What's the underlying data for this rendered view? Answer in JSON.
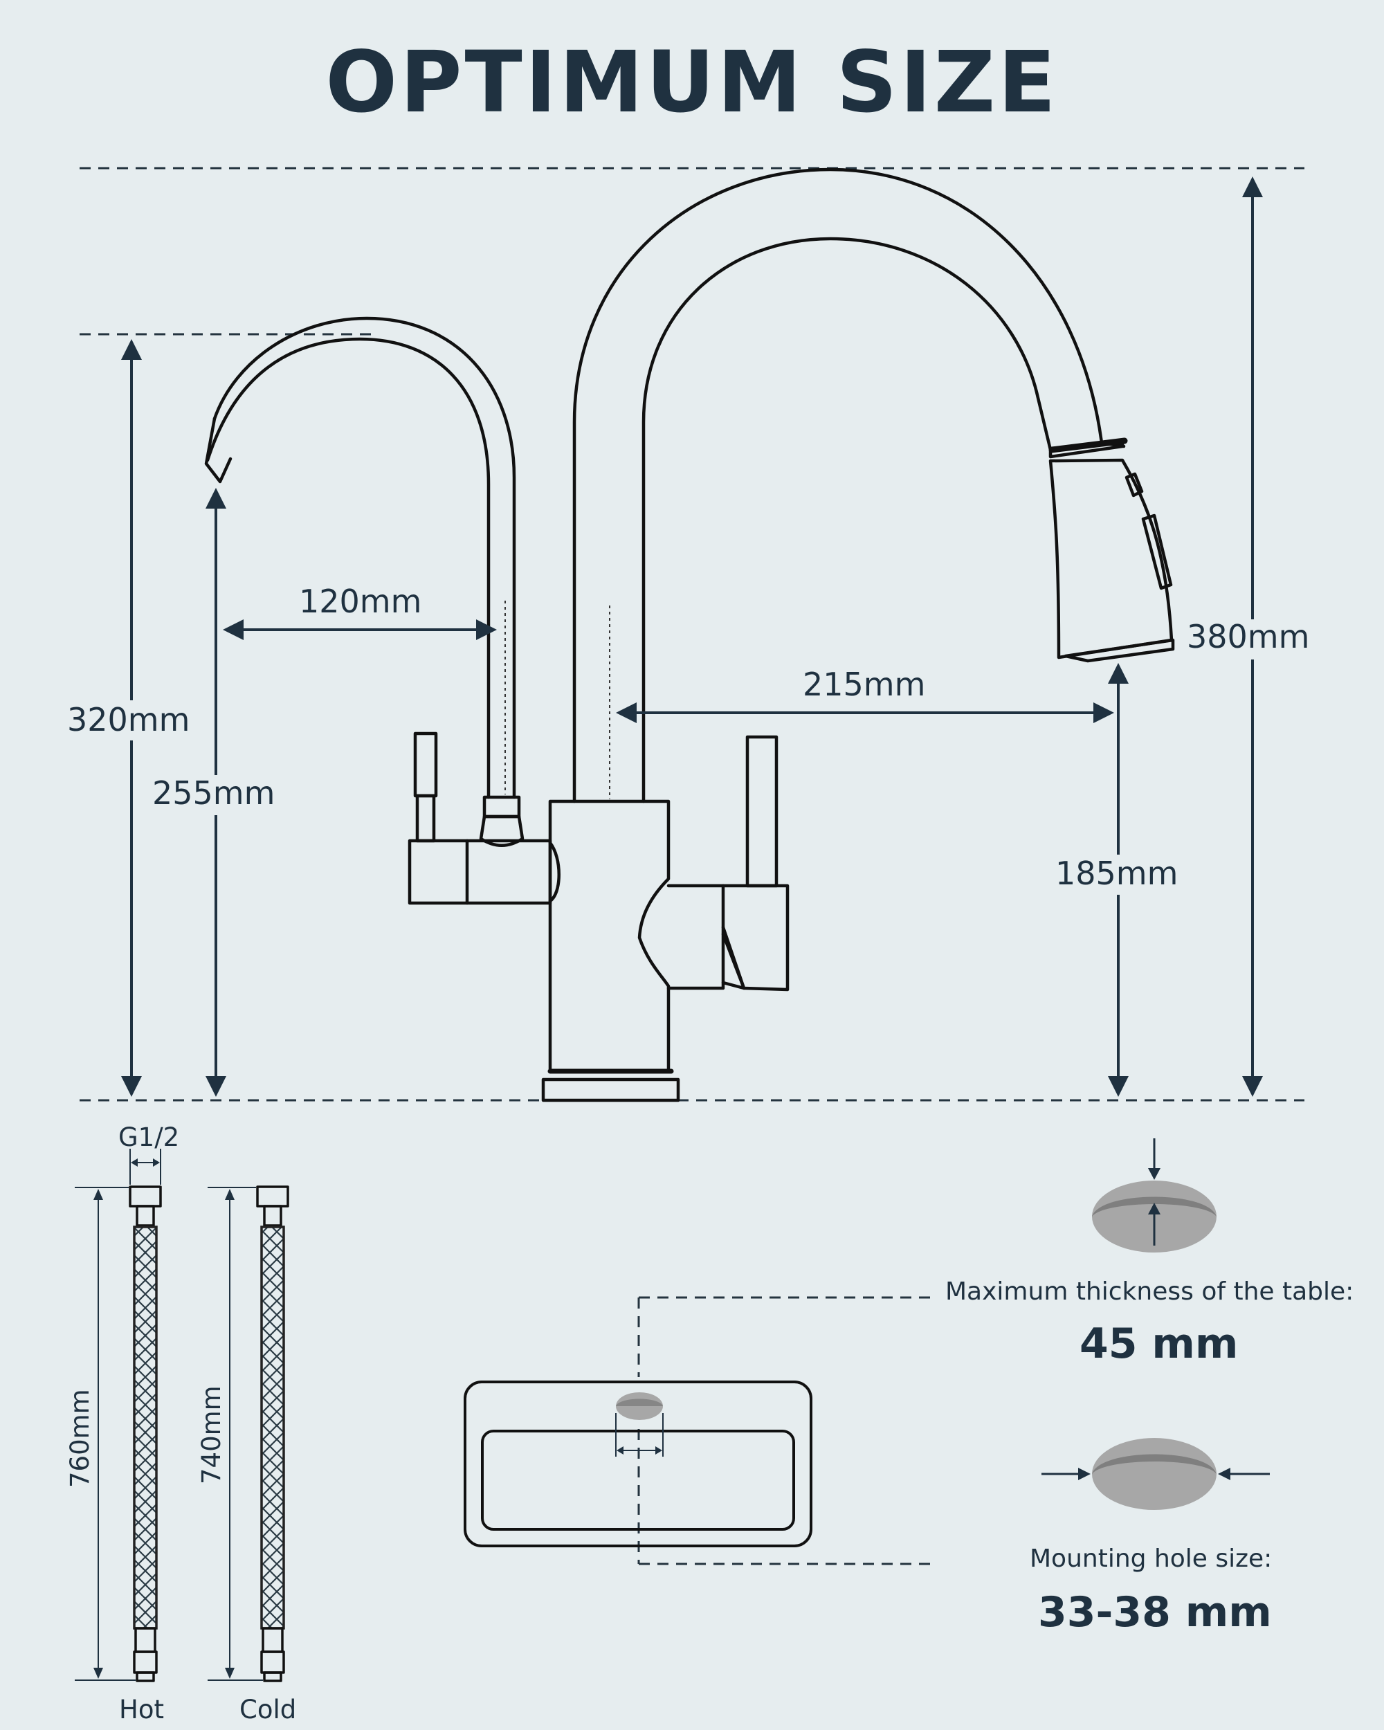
{
  "title": "OPTIMUM SIZE",
  "dimensions": {
    "faucet_total_height": "380mm",
    "filter_spout_height": "320mm",
    "filter_spout_clearance": "255mm",
    "filter_spout_reach": "120mm",
    "main_spout_reach": "215mm",
    "main_spout_clearance": "185mm"
  },
  "hoses": {
    "thread": "G1/2",
    "hot_length": "760mm",
    "cold_length": "740mm",
    "hot_label": "Hot",
    "cold_label": "Cold"
  },
  "table": {
    "thickness_label": "Maximum thickness of the table:",
    "thickness_value": "45 mm",
    "hole_label": "Mounting hole size:",
    "hole_value": "33-38 mm"
  },
  "colors": {
    "text": "#1f3140",
    "background": "#e6edef",
    "line": "#111111",
    "hole": "#a7a7a7"
  }
}
